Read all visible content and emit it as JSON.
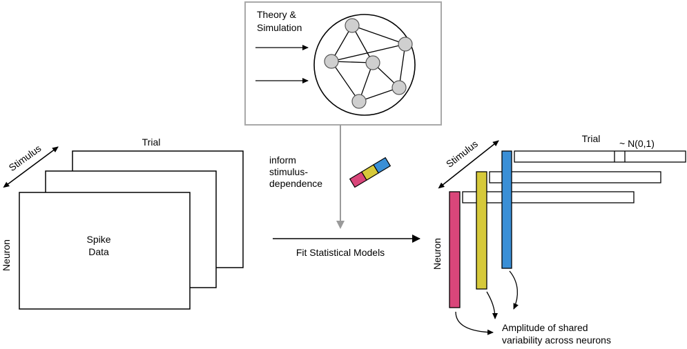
{
  "theory": {
    "title_line1": "Theory &",
    "title_line2": "Simulation"
  },
  "spike_panel": {
    "trial_label": "Trial",
    "stimulus_label": "Stimulus",
    "neuron_label": "Neuron",
    "data_line1": "Spike",
    "data_line2": "Data"
  },
  "center": {
    "inform_line1": "inform",
    "inform_line2": "stimulus-",
    "inform_line3": "dependence",
    "fit_label": "Fit Statistical Models"
  },
  "model_panel": {
    "trial_label": "Trial",
    "distribution_label": "~ N(0,1)",
    "stimulus_label": "Stimulus",
    "neuron_label": "Neuron",
    "amplitude_line1": "Amplitude of shared",
    "amplitude_line2": "variability across neurons"
  },
  "colors": {
    "pink": "#d9467a",
    "yellow": "#d6c93a",
    "blue": "#3a8fd6",
    "gray_arrow": "#9a9a9a",
    "node_fill": "#cfcfcf",
    "box_border": "#a8a8a8"
  }
}
